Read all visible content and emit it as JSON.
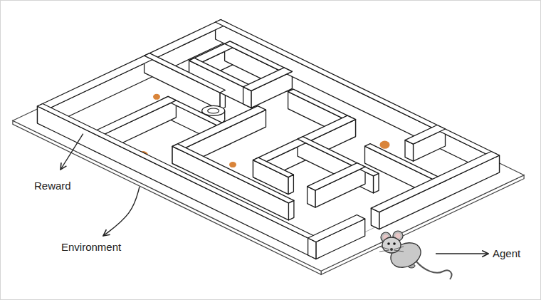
{
  "diagram": {
    "labels": [
      "Reward",
      "Environment",
      "Agent"
    ]
  }
}
